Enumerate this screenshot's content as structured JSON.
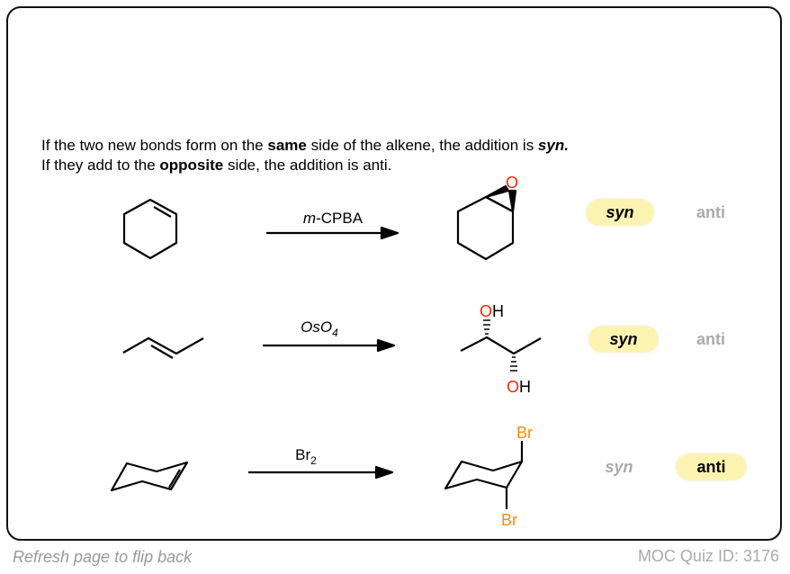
{
  "intro": {
    "l1a": "If the two new bonds form on the ",
    "l1b": "same",
    "l1c": " side of the alkene, the addition is ",
    "l1d": "syn.",
    "l2a": "If they add to the ",
    "l2b": "opposite",
    "l2c": " side, the addition is anti."
  },
  "rows": [
    {
      "reagent_italic": "m",
      "reagent": "-CPBA",
      "syn": "syn",
      "anti": "anti",
      "selected": "syn"
    },
    {
      "reagent": "OsO",
      "sub": "4",
      "syn": "syn",
      "anti": "anti",
      "selected": "syn"
    },
    {
      "reagent": "Br",
      "sub": "2",
      "syn": "syn",
      "anti": "anti",
      "selected": "anti"
    }
  ],
  "atoms": {
    "O": "O",
    "OH_O": "O",
    "OH_H": "H",
    "Br": "Br"
  },
  "colors": {
    "oxygen": "#ff2200",
    "bromine": "#ff8c00",
    "highlight": "#fdf3b0"
  },
  "footer": {
    "refresh": "Refresh page to flip back",
    "quiz_id": "MOC Quiz ID: 3176"
  }
}
